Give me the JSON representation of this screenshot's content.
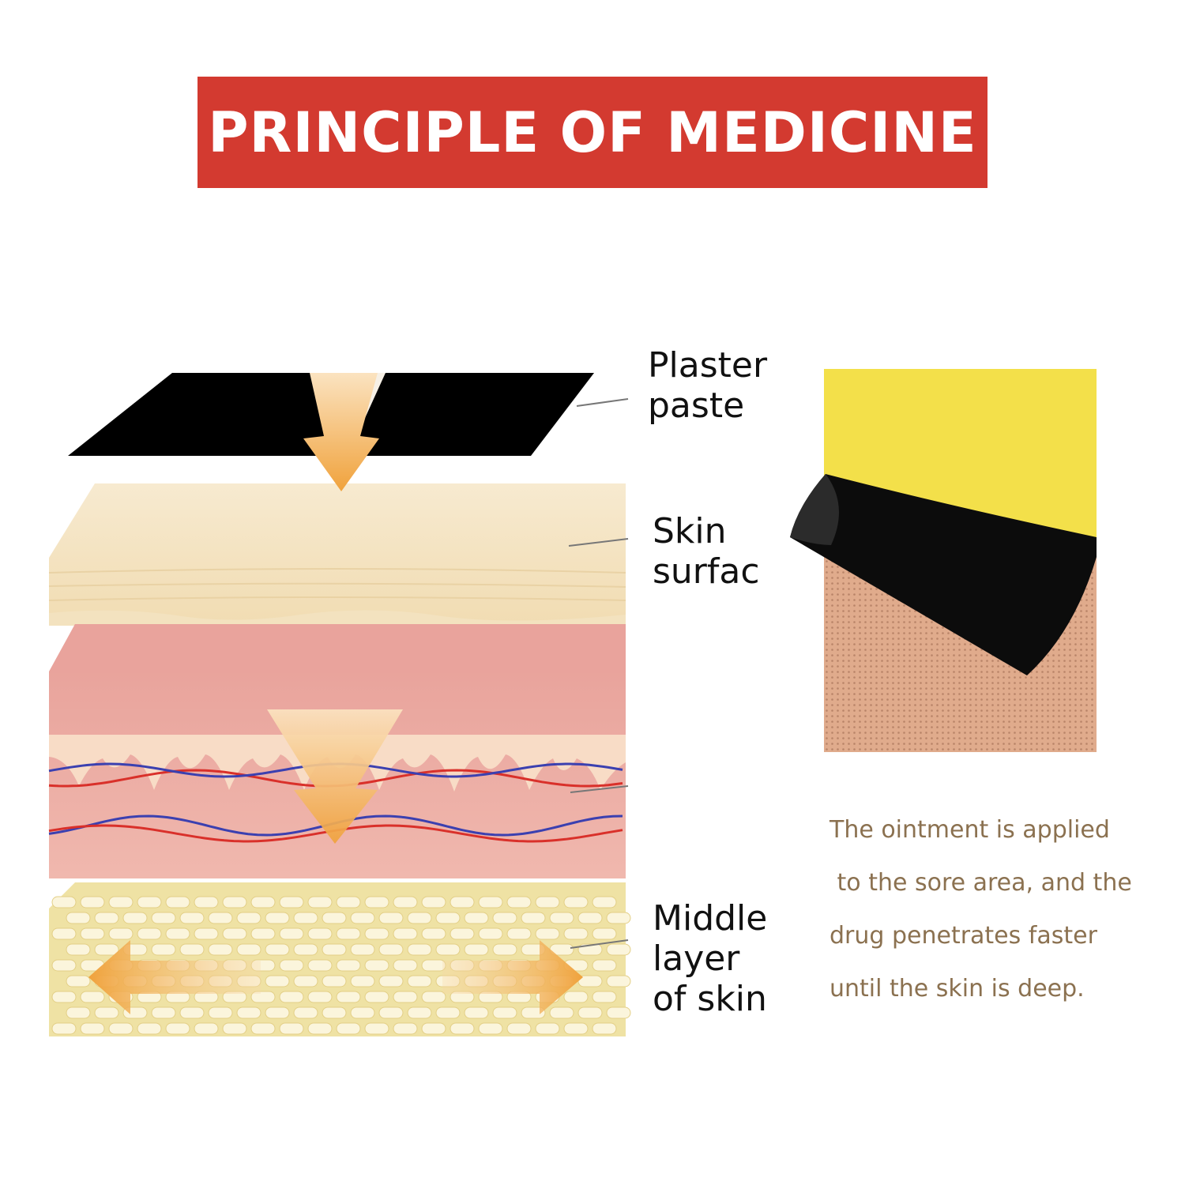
{
  "header": {
    "title": "PRINCIPLE OF MEDICINE"
  },
  "labels": {
    "plaster_paste": [
      "Plaster",
      "paste"
    ],
    "skin_surface": [
      "Skin",
      "surfac"
    ],
    "middle_layer": [
      "Middle",
      "layer",
      "of skin"
    ]
  },
  "description": [
    "The ointment is applied",
    " to the sore area, and the",
    "drug penetrates faster",
    "until the skin is deep."
  ],
  "colors": {
    "banner": "#d33a30",
    "arrow": "#f0a23c",
    "plaster": "#000000",
    "epidermis": "#f4e3bf",
    "dermis": "#eaa9a2",
    "fat": "#efe2a4",
    "backing": "#f3e04a",
    "fabric": "#dfa98a",
    "description_text": "#8b7150"
  }
}
